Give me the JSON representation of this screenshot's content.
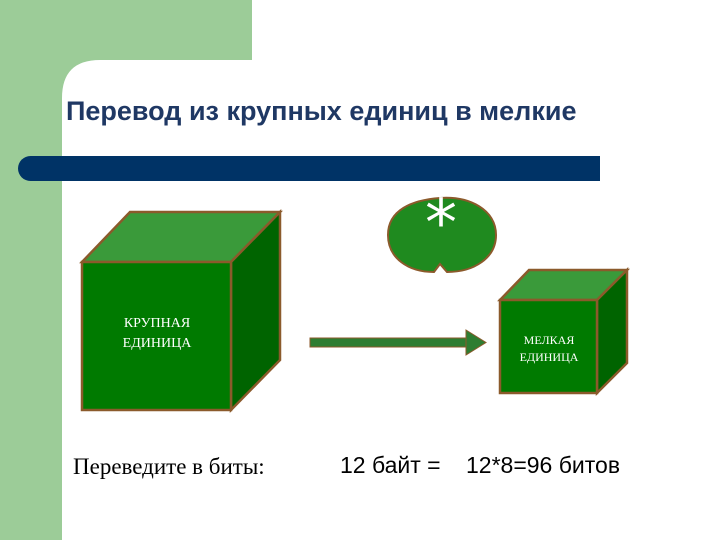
{
  "slide": {
    "title": "Перевод из крупных единиц в мелкие",
    "large_unit_label": "КРУПНАЯ ЕДИНИЦА",
    "small_unit_label": "МЕЛКАЯ ЕДИНИЦА",
    "operation_symbol": "*",
    "exercise_prompt": "Переведите  в биты:",
    "exercise_expression": "12 байт =",
    "exercise_result": "12*8=96 битов"
  },
  "colors": {
    "sidebar": "#9ccc98",
    "title_text": "#1f3864",
    "title_bar": "#003366",
    "cube_front": "#007a00",
    "cube_top": "#3a9a3a",
    "cube_side": "#006400",
    "cube_edge": "#8b5a2b",
    "arrow": "#2e7d32"
  }
}
